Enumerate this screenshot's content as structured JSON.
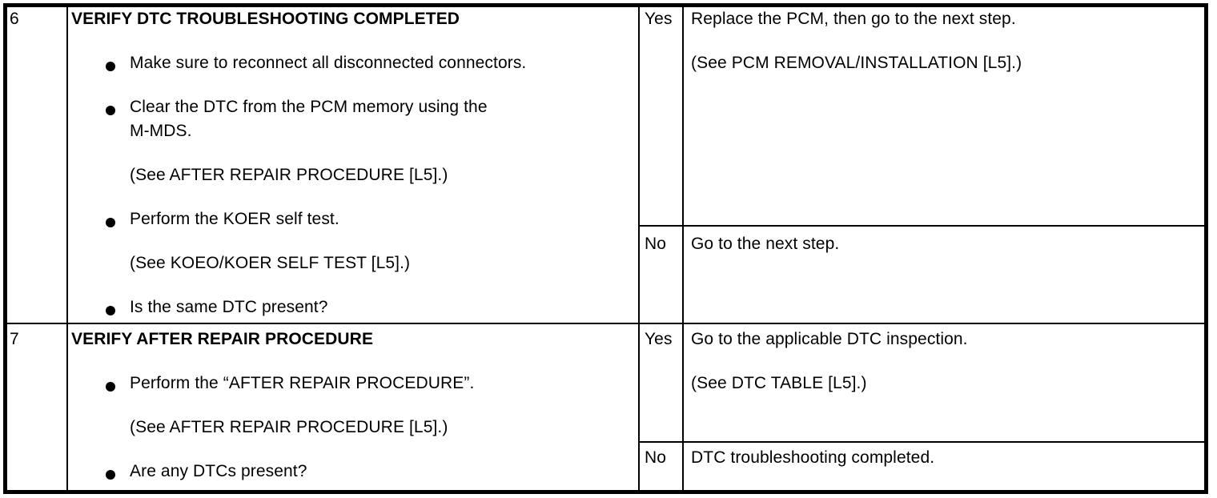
{
  "table": {
    "description": "DTC troubleshooting diagnostic procedure table",
    "yes_no_labels": {
      "yes": "Yes",
      "no": "No"
    },
    "rows": [
      {
        "step": "6",
        "action": {
          "title": "VERIFY DTC TROUBLESHOOTING COMPLETED",
          "items": [
            {
              "type": "bullet",
              "lines": [
                "Make sure to reconnect all disconnected connectors."
              ]
            },
            {
              "type": "bullet",
              "lines": [
                "Clear the DTC from the PCM memory using the",
                "M-MDS."
              ]
            },
            {
              "type": "note",
              "lines": [
                "(See AFTER REPAIR PROCEDURE [L5].)"
              ]
            },
            {
              "type": "bullet",
              "lines": [
                "Perform the KOER self test."
              ]
            },
            {
              "type": "note",
              "lines": [
                "(See KOEO/KOER SELF TEST [L5].)"
              ]
            },
            {
              "type": "bullet",
              "lines": [
                "Is the same DTC present?"
              ]
            }
          ]
        },
        "yes": {
          "label": "Yes",
          "paragraphs": [
            "Replace the PCM, then go to the next step.",
            "(See PCM REMOVAL/INSTALLATION [L5].)"
          ]
        },
        "no": {
          "label": "No",
          "paragraphs": [
            "Go to the next step."
          ]
        }
      },
      {
        "step": "7",
        "action": {
          "title": "VERIFY AFTER REPAIR PROCEDURE",
          "items": [
            {
              "type": "bullet",
              "lines": [
                "Perform the “AFTER REPAIR PROCEDURE”."
              ]
            },
            {
              "type": "note",
              "lines": [
                "(See AFTER REPAIR PROCEDURE [L5].)"
              ]
            },
            {
              "type": "bullet",
              "lines": [
                "Are any DTCs present?"
              ]
            }
          ]
        },
        "yes": {
          "label": "Yes",
          "paragraphs": [
            "Go to the applicable DTC inspection.",
            "(See DTC TABLE [L5].)"
          ]
        },
        "no": {
          "label": "No",
          "paragraphs": [
            "DTC troubleshooting completed."
          ]
        }
      }
    ]
  }
}
